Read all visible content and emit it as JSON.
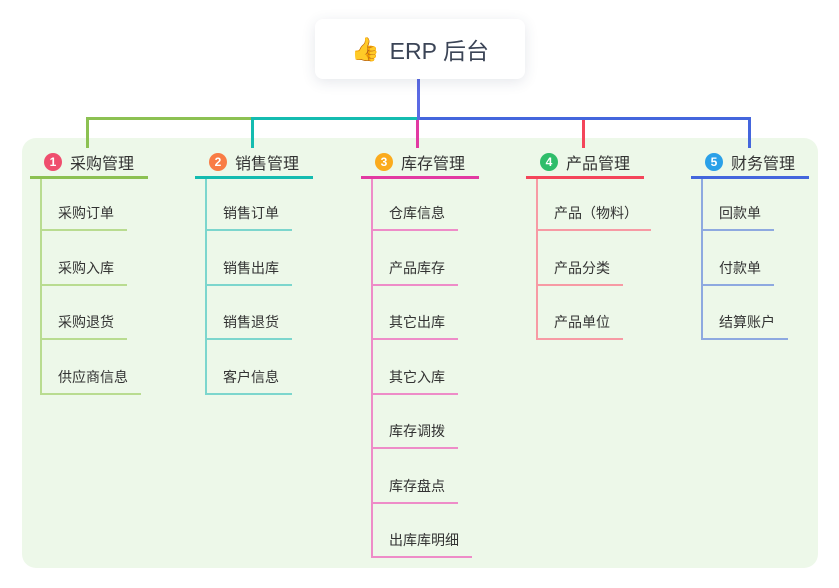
{
  "root": {
    "icon": "👍",
    "label": "ERP 后台",
    "line_color": "#5b6ae4"
  },
  "branches": [
    {
      "num": "1",
      "label": "采购管理",
      "color": "#8cc152",
      "light": "#b9dc90",
      "badge": "#ef4e6e",
      "children": [
        "采购订单",
        "采购入库",
        "采购退货",
        "供应商信息"
      ]
    },
    {
      "num": "2",
      "label": "销售管理",
      "color": "#14bcb0",
      "light": "#7cd6cd",
      "badge": "#f97c45",
      "children": [
        "销售订单",
        "销售出库",
        "销售退货",
        "客户信息"
      ]
    },
    {
      "num": "3",
      "label": "库存管理",
      "color": "#e23aa2",
      "light": "#ee8cc8",
      "badge": "#fbab1d",
      "children": [
        "仓库信息",
        "产品库存",
        "其它出库",
        "其它入库",
        "库存调拨",
        "库存盘点",
        "出库库明细"
      ]
    },
    {
      "num": "4",
      "label": "产品管理",
      "color": "#f4455a",
      "light": "#f79aa4",
      "badge": "#2fbd6a",
      "children": [
        "产品（物料）",
        "产品分类",
        "产品单位"
      ]
    },
    {
      "num": "5",
      "label": "财务管理",
      "color": "#4466dd",
      "light": "#8ea9e0",
      "badge": "#2aa0e8",
      "children": [
        "回款单",
        "付款单",
        "结算账户"
      ]
    }
  ],
  "canvas": {
    "background": "#ffffff",
    "panel_background": "#edf8e9"
  }
}
